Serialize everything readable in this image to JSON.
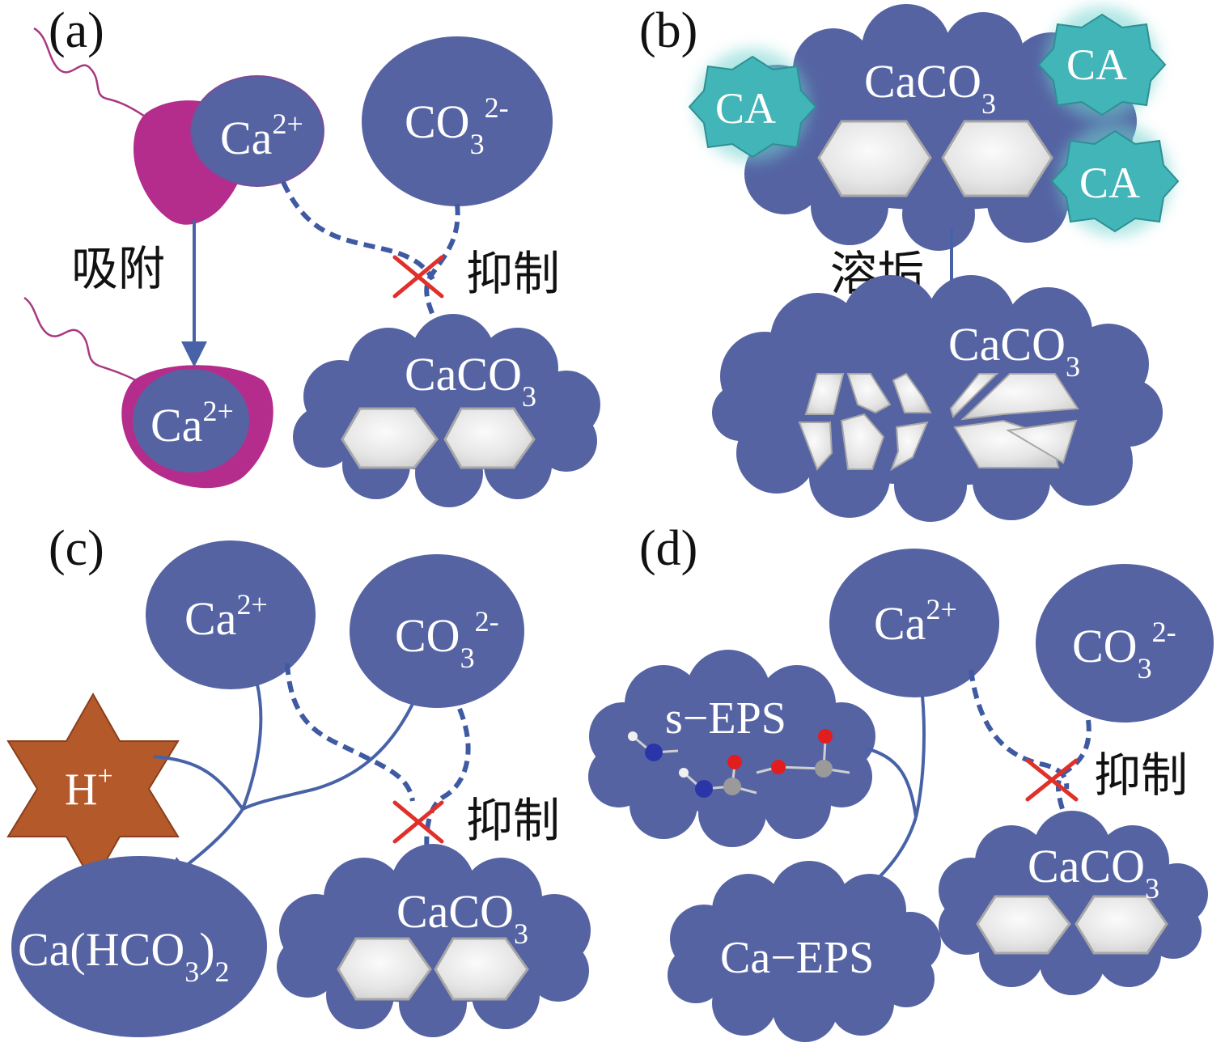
{
  "panels": {
    "a": {
      "label": "(a)",
      "ca_ion": "Ca",
      "ca_ion_charge": "2+",
      "carbonate": "CO",
      "carbonate_sub": "3",
      "carbonate_charge": "2-",
      "adsorption": "吸附",
      "inhibit": "抑制",
      "product": "CaCO",
      "product_sub": "3"
    },
    "b": {
      "label": "(b)",
      "product": "CaCO",
      "product_sub": "3",
      "agent": "CA",
      "dissolve": "溶垢"
    },
    "c": {
      "label": "(c)",
      "ca_ion": "Ca",
      "ca_ion_charge": "2+",
      "carbonate": "CO",
      "carbonate_sub": "3",
      "carbonate_charge": "2-",
      "proton": "H",
      "proton_charge": "+",
      "bicarbonate_a": "Ca(HCO",
      "bicarbonate_sub_a": "3",
      "bicarbonate_b": ")",
      "bicarbonate_sub_b": "2",
      "inhibit": "抑制",
      "product": "CaCO",
      "product_sub": "3"
    },
    "d": {
      "label": "(d)",
      "ca_ion": "Ca",
      "ca_ion_charge": "2+",
      "carbonate": "CO",
      "carbonate_sub": "3",
      "carbonate_charge": "2-",
      "eps": "s−EPS",
      "ca_eps": "Ca−EPS",
      "inhibit": "抑制",
      "product": "CaCO",
      "product_sub": "3"
    }
  },
  "colors": {
    "blob": "#5563a3",
    "magenta": "#b52d8c",
    "inhibit_x": "#e0302a",
    "agent": "#42b5b8",
    "proton_star": "#b4592a",
    "crystal": "#e4e4e4"
  }
}
